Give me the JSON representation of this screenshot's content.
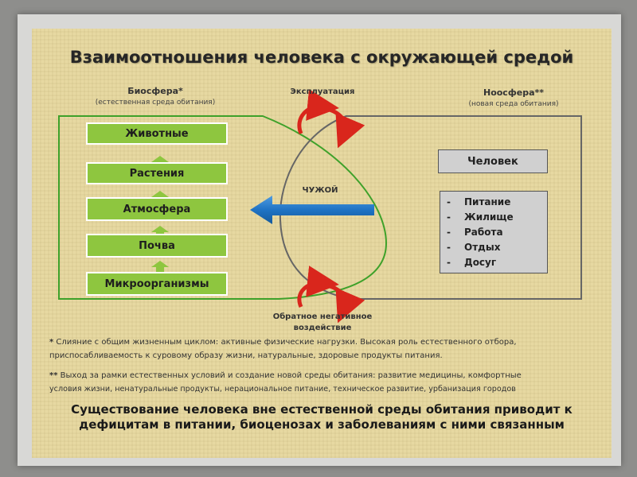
{
  "title": "Взаимоотношения человека с окружающей средой",
  "biosphere": {
    "title": "Биосфера*",
    "subtitle": "(естественная среда обитания)",
    "levels": [
      "Животные",
      "Растения",
      "Атмосфера",
      "Почва",
      "Микроорганизмы"
    ]
  },
  "noosphere": {
    "title": "Ноосфера**",
    "subtitle": "(новая среда обитания)",
    "human_label": "Человек",
    "needs_bullet": "-",
    "needs": [
      "Питание",
      "Жилище",
      "Работа",
      "Отдых",
      "Досуг"
    ]
  },
  "exploitation_label": "Эксплуатация",
  "alien_label": "ЧУЖОЙ",
  "negative_impact_line1": "Обратное негативное",
  "negative_impact_line2": "воздействие",
  "note1": {
    "marker": "*",
    "line1": "Слияние с общим жизненным циклом: активные физические нагрузки. Высокая роль естественного отбора,",
    "line2": "приспосабливаемость к суровому образу жизни, натуральные, здоровые продукты питания."
  },
  "note2": {
    "marker": "**",
    "line1": "Выход за рамки естественных условий и создание новой среды обитания: развитие медицины, комфортные",
    "line2": "условия жизни, ненатуральные продукты, нерациональное питание, техническое развитие, урбанизация городов"
  },
  "conclusion": {
    "line1": "Существование человека вне естественной среды обитания приводит к",
    "line2": "дефицитам в питании, биоценозах и заболеваниям с ними связанным"
  },
  "colors": {
    "slide_background": "#e7d9a2",
    "green_box": "#8ec63f",
    "green_outline": "#3ea12a",
    "grey_outline": "#666666",
    "blue_arrow": "#1f73c4",
    "red_arrow": "#d9261c"
  }
}
